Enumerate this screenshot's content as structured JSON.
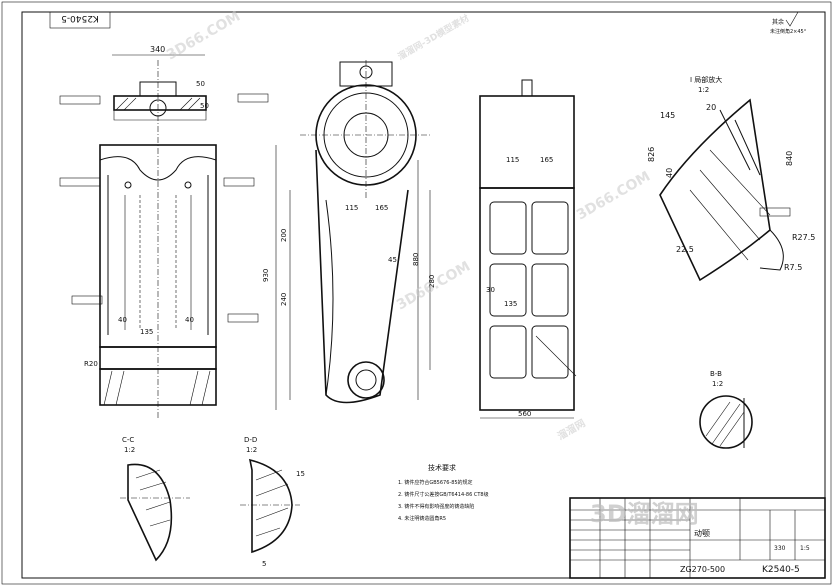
{
  "drawing": {
    "code_box": "K2540-5",
    "roughness_note": "其余",
    "roughness_sub": "未注倒角2×45°",
    "section_label_a": "I 局部放大",
    "section_scale_a": "1:2",
    "section_label_b": "B-B",
    "section_scale_b": "1:2",
    "section_label_c": "C-C",
    "section_scale_c": "1:2",
    "section_label_d": "D-D",
    "section_scale_d": "1:2",
    "tech_title": "技术要求",
    "tech_items": [
      "1. 铸件应符合GB5676-85的规定",
      "2. 铸件尺寸公差按GB/T6414-86 CT8级",
      "3. 铸件不得有影响强度的铸造缺陷",
      "4. 未注明铸造圆角R5"
    ],
    "title_block": {
      "material_code": "ZG270-500",
      "drawing_no": "K2540-5",
      "part_name": "动颚",
      "scale_top": "1:5",
      "weight": "330"
    },
    "dims": {
      "d340": "340",
      "d50a": "50",
      "d50b": "50",
      "d45": "45",
      "d40a": "40",
      "d135a": "135",
      "d40b": "40",
      "dR20": "R20",
      "d115a": "115",
      "d165": "165",
      "d930": "930",
      "d880": "880",
      "d280": "280",
      "d240": "240",
      "d200": "200",
      "d115b": "115",
      "d165b": "165",
      "d135b": "135",
      "d30": "30",
      "d560": "560",
      "d145": "145",
      "d20": "20",
      "d826": "826",
      "d840": "840",
      "dR27": "R27.5",
      "dR75": "R7.5",
      "d22": "22.5",
      "d15": "15",
      "d5": "5",
      "d40c": "40"
    },
    "watermarks": [
      "3D66.COM",
      "溜溜网-3D模型素材",
      "3D66.COM",
      "溜溜网",
      "3D66.COM"
    ],
    "brand": "3D溜溜网"
  }
}
